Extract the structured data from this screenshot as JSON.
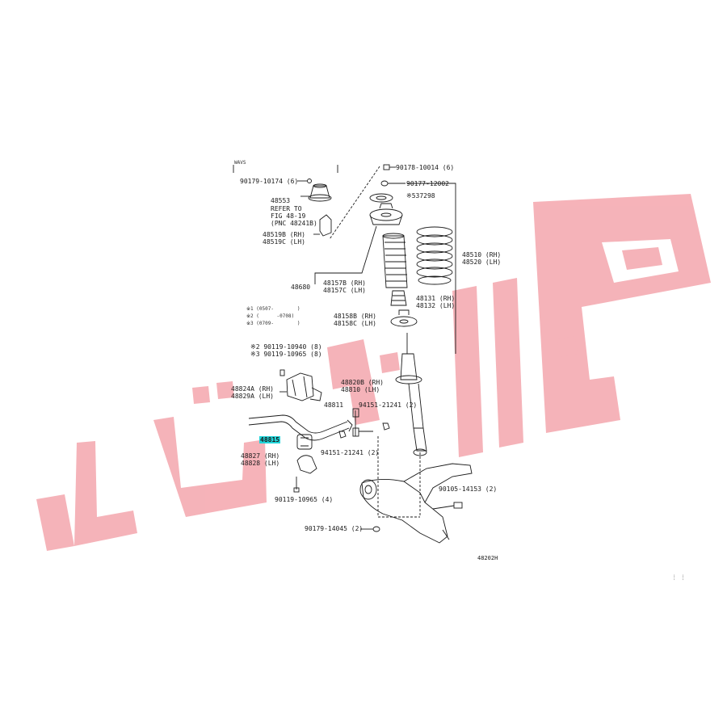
{
  "watermark": {
    "text": "التواتان",
    "color": "#f4a6ad"
  },
  "labels": {
    "head_note": "WAVS",
    "p90178": "90178-10014 (6)",
    "p90177": "90177-12002",
    "p537298": "※537298",
    "p90179_top": "90179-10174 (6)",
    "p48553": "48553",
    "refer1": "REFER TO",
    "refer2": "FIG 48-19",
    "refer3": "(PNC 48241B)",
    "p48519b": "48519B (RH)",
    "p48519c": "48519C (LH)",
    "p48510": "48510 (RH)",
    "p48520": "48520 (LH)",
    "p48680": "48680",
    "p48157b": "48157B (RH)",
    "p48157c": "48157C (LH)",
    "p48131": "48131 (RH)",
    "p48132": "48132 (LH)",
    "note1": "※1 (0507-        )",
    "note2": "※2 (      -0708)",
    "note3": "※3 (0709-        )",
    "p48158b": "48158B (RH)",
    "p48158c": "48158C (LH)",
    "p90119_10940": "※2 90119-10940 (8)",
    "p90119_10965a": "※3 90119-10965 (8)",
    "p48824a": "48824A (RH)",
    "p48829a": "48829A (LH)",
    "p48820b": "48820B (RH)",
    "p48810": "48810 (LH)",
    "p48811": "48811",
    "p94151_top": "94151-21241 (2)",
    "p48815": "48815",
    "p48827": "48827 (RH)",
    "p48828": "48828 (LH)",
    "p94151_bot": "94151-21241 (2)",
    "p90105": "90105-14153 (2)",
    "p90119_10965b": "90119-10965 (4)",
    "p90179_bot": "90179-14045 (2)",
    "fig_id": "48202H",
    "corner_mark": "⁞ ⁞"
  },
  "colors": {
    "line": "#1a1a1a",
    "highlight": "#22d3d8"
  }
}
